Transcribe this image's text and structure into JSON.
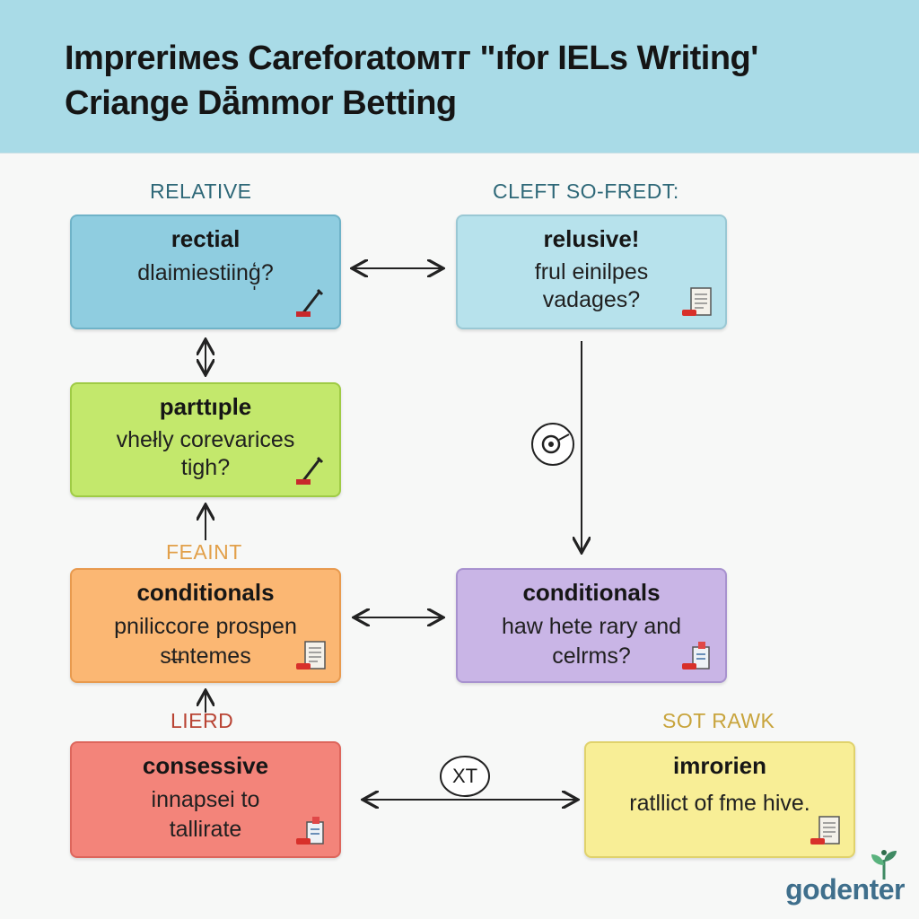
{
  "header": {
    "title_line_1": "Impreriмes Careforatoмтг \"ıfor IELs Writing'",
    "title_line_2": "Criange Dǟmmor Betting"
  },
  "labels": {
    "relative": "RELATIVE",
    "cleft": "CLEFT SO-FREDT:",
    "feaint": "FEAINT",
    "lierd": "LIERD",
    "sot_rawk": "SOT RAWK"
  },
  "cards": {
    "rectial": {
      "title": "rectial",
      "body": "dlaimiestiinģ̩? "
    },
    "relusive": {
      "title": "relusive!",
      "body_1": "frul einilpes",
      "body_2": "vadages?"
    },
    "partple": {
      "title": "parttıple",
      "body_1": "vhełly corevarices",
      "body_2": "tigh?"
    },
    "conditionals_left": {
      "title": "conditionals",
      "body_1": "pniliccoгe prospen",
      "body_2": "st̶ntemes"
    },
    "conditionals_right": {
      "title": "conditionals",
      "body_1": "haw hete rary and",
      "body_2": "celrms?"
    },
    "consessive": {
      "title": "consessive",
      "body_1": "innapsei to",
      "body_2": "tallirate"
    },
    "imrorien": {
      "title": "imrorien",
      "body": "ratllict of fme hive."
    }
  },
  "badges": {
    "xt": "XT"
  },
  "brand": {
    "name": "godenter"
  },
  "colors": {
    "header_bg": "#a9dbe7",
    "blue_card": "#8fcde0",
    "light_blue_card": "#b7e2ec",
    "green_card": "#c3e86c",
    "orange_card": "#fbb773",
    "purple_card": "#c9b5e6",
    "red_card": "#f3847a",
    "yellow_card": "#f8ee96",
    "label_teal": "#2e6878",
    "label_orange": "#e2a04a",
    "label_red": "#b94434",
    "label_yellow": "#c8a43c"
  },
  "icons": [
    "pen-icon",
    "document-icon",
    "tools-icon"
  ]
}
